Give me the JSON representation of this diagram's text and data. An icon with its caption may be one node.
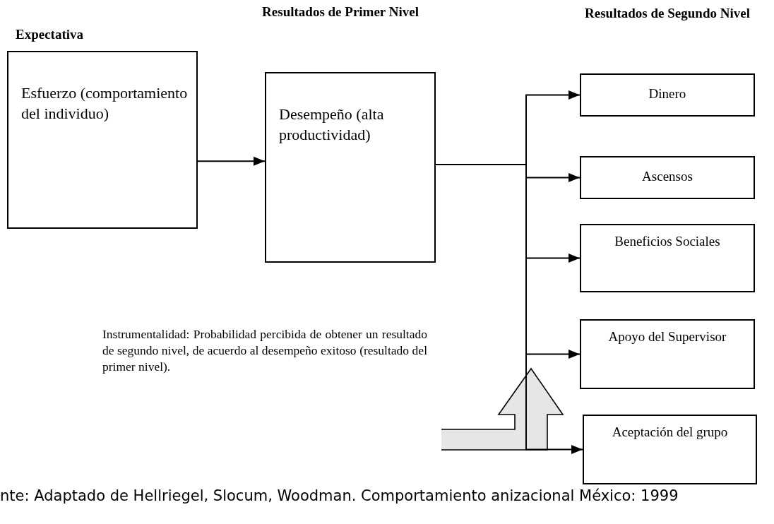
{
  "diagram": {
    "caption": "nte: Adaptado de Hellriegel, Slocum, Woodman. Comportamiento anizacional México: 1999",
    "nodes": [
      {
        "text": [
          "Expectativa",
          "Esfuerzo (comportamiento del individuo)"
        ]
      },
      {
        "text": [
          "Resultados de Primer Nivel",
          "Desempeño (alta productividad)"
        ]
      },
      {
        "text": [
          "Dinero"
        ]
      },
      {
        "text": [
          "Ascensos"
        ]
      },
      {
        "text": [
          "Beneficios Sociales"
        ]
      },
      {
        "text": [
          "Apoyo del Supervisor"
        ]
      },
      {
        "text": [
          "Aceptación del grupo"
        ]
      }
    ],
    "edges": [
      {
        "from": 0,
        "to": 1,
        "arrow": "to"
      },
      {
        "from": 1,
        "to": 2,
        "arrow": "to"
      },
      {
        "from": 1,
        "to": 3,
        "arrow": "to"
      },
      {
        "from": 1,
        "to": 4,
        "arrow": "to"
      },
      {
        "from": 1,
        "to": 5,
        "arrow": "to"
      },
      {
        "from": 1,
        "to": 6,
        "arrow": "to"
      }
    ],
    "labels": [
      "Resultados de Segundo Nivel",
      "Instrumentalidad: Probabilidad percibida de obtener un resultado de segundo nivel, de acuerdo al desempeño exitoso (resultado del primer nivel)."
    ]
  }
}
